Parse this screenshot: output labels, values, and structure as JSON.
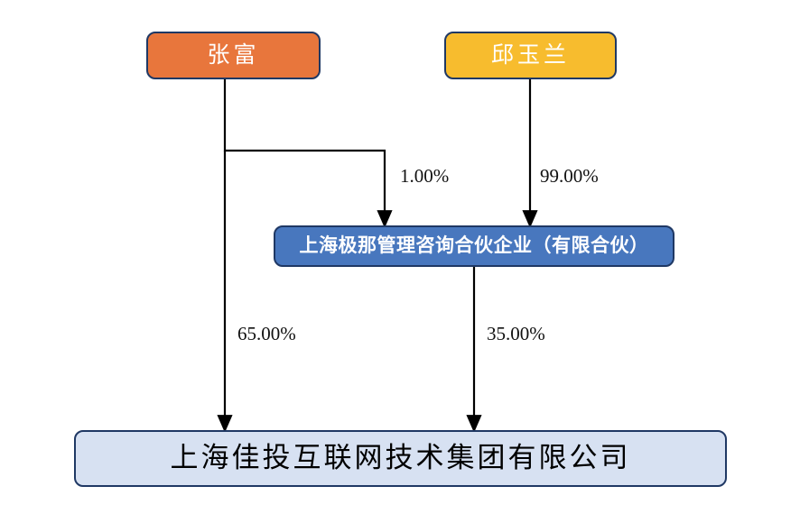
{
  "diagram": {
    "type": "ownership-structure-chart",
    "background_color": "#FFFFFF",
    "nodes": [
      {
        "id": "person_a",
        "label": "张富",
        "fill": "#E8763C",
        "text_color": "#FFFFFF",
        "border_color": "#1F3864"
      },
      {
        "id": "person_b",
        "label": "邱玉兰",
        "fill": "#F7BC2E",
        "text_color": "#FFFFFF",
        "border_color": "#1F3864"
      },
      {
        "id": "partnership",
        "label": "上海极那管理咨询合伙企业（有限合伙）",
        "fill": "#4877BE",
        "text_color": "#FFFFFF",
        "border_color": "#1F3864"
      },
      {
        "id": "company",
        "label": "上海佳投互联网技术集团有限公司",
        "fill": "#D7E1F2",
        "text_color": "#000000",
        "border_color": "#1F3864"
      }
    ],
    "edges": [
      {
        "id": "a_to_partnership",
        "from": "person_a",
        "to": "partnership",
        "label": "1.00%"
      },
      {
        "id": "b_to_partnership",
        "from": "person_b",
        "to": "partnership",
        "label": "99.00%"
      },
      {
        "id": "a_to_company",
        "from": "person_a",
        "to": "company",
        "label": "65.00%"
      },
      {
        "id": "partnership_to_company",
        "from": "partnership",
        "to": "company",
        "label": "35.00%"
      }
    ]
  }
}
